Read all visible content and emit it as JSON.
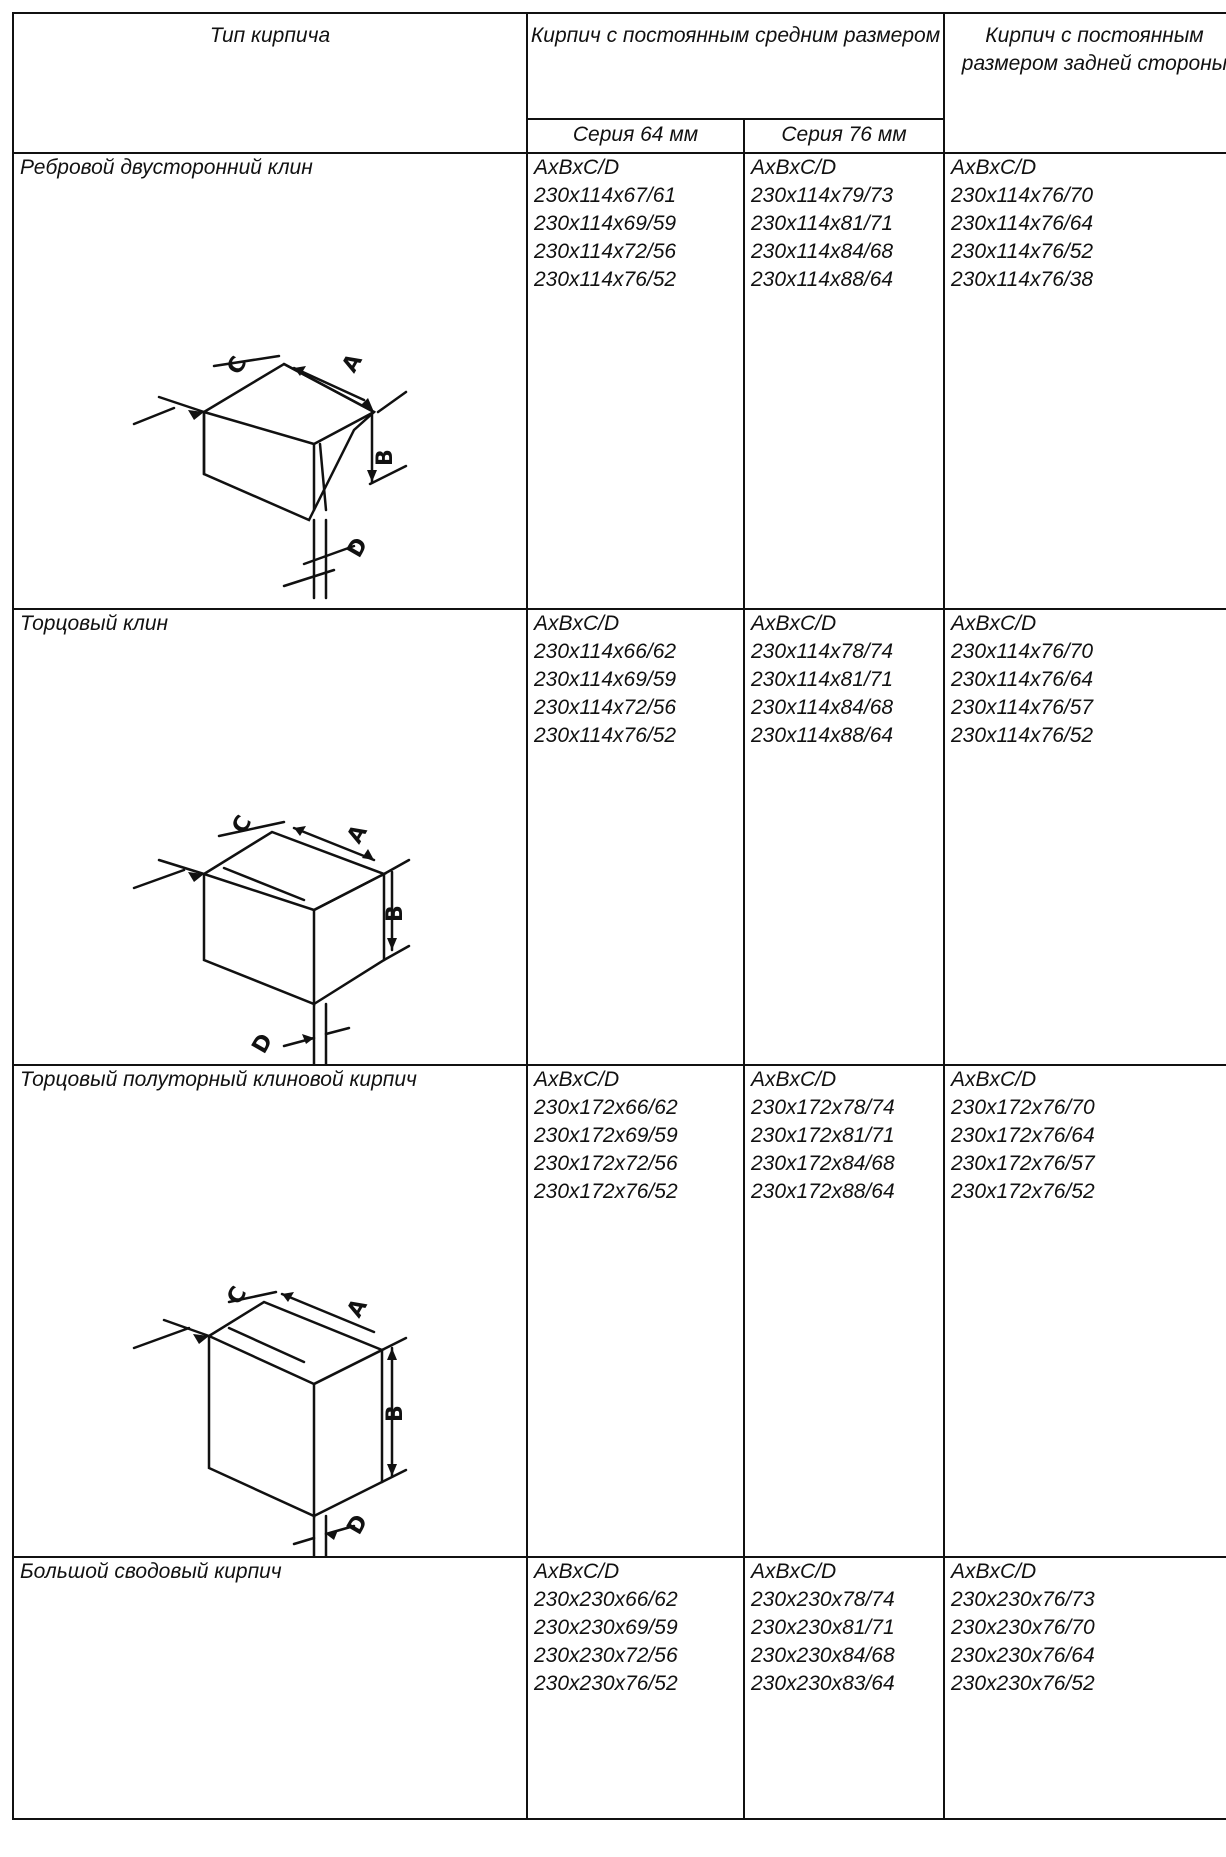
{
  "headers": {
    "brick_type": "Тип кирпича",
    "constant_middle": "Кирпич с постоянным средним размером",
    "constant_back": "Кирпич с постоянным размером задней стороны",
    "series_64": "Серия 64 мм",
    "series_76": "Серия 76 мм"
  },
  "rows": [
    {
      "type": "Ребровой двусторонний клин",
      "s64": [
        "AxBxC/D",
        "230x114x67/61",
        "230x114x69/59",
        "230x114x72/56",
        "230x114x76/52"
      ],
      "s76": [
        "AxBxC/D",
        "230x114x79/73",
        "230x114x81/71",
        "230x114x84/68",
        "230x114x88/64"
      ],
      "back": [
        "AxBxC/D",
        "230x114x76/70",
        "230x114x76/64",
        "230x114x76/52",
        "230x114x76/38"
      ]
    },
    {
      "type": "Торцовый клин",
      "s64": [
        "AxBxC/D",
        "230x114x66/62",
        "230x114x69/59",
        "230x114x72/56",
        "230x114x76/52"
      ],
      "s76": [
        "AxBxC/D",
        "230x114x78/74",
        "230x114x81/71",
        "230x114x84/68",
        "230x114x88/64"
      ],
      "back": [
        "AxBxC/D",
        "230x114x76/70",
        "230x114x76/64",
        "230x114x76/57",
        "230x114x76/52"
      ]
    },
    {
      "type": "Торцовый полуторный клиновой кирпич",
      "s64": [
        "AxBxC/D",
        "230x172x66/62",
        "230x172x69/59",
        "230x172x72/56",
        "230x172x76/52"
      ],
      "s76": [
        "AxBxC/D",
        "230x172x78/74",
        "230x172x81/71",
        "230x172x84/68",
        "230x172x88/64"
      ],
      "back": [
        "AxBxC/D",
        "230x172x76/70",
        "230x172x76/64",
        "230x172x76/57",
        "230x172x76/52"
      ]
    },
    {
      "type": "Большой сводовый кирпич",
      "s64": [
        "AxBxC/D",
        "230x230x66/62",
        "230x230x69/59",
        "230x230x72/56",
        "230x230x76/52"
      ],
      "s76": [
        "AxBxC/D",
        "230x230x78/74",
        "230x230x81/71",
        "230x230x84/68",
        "230x230x83/64"
      ],
      "back": [
        "AxBxC/D",
        "230x230x76/73",
        "230x230x76/70",
        "230x230x76/64",
        "230x230x76/52"
      ]
    }
  ],
  "drawing_labels": {
    "a": "A",
    "b": "B",
    "c": "C",
    "d": "D"
  }
}
